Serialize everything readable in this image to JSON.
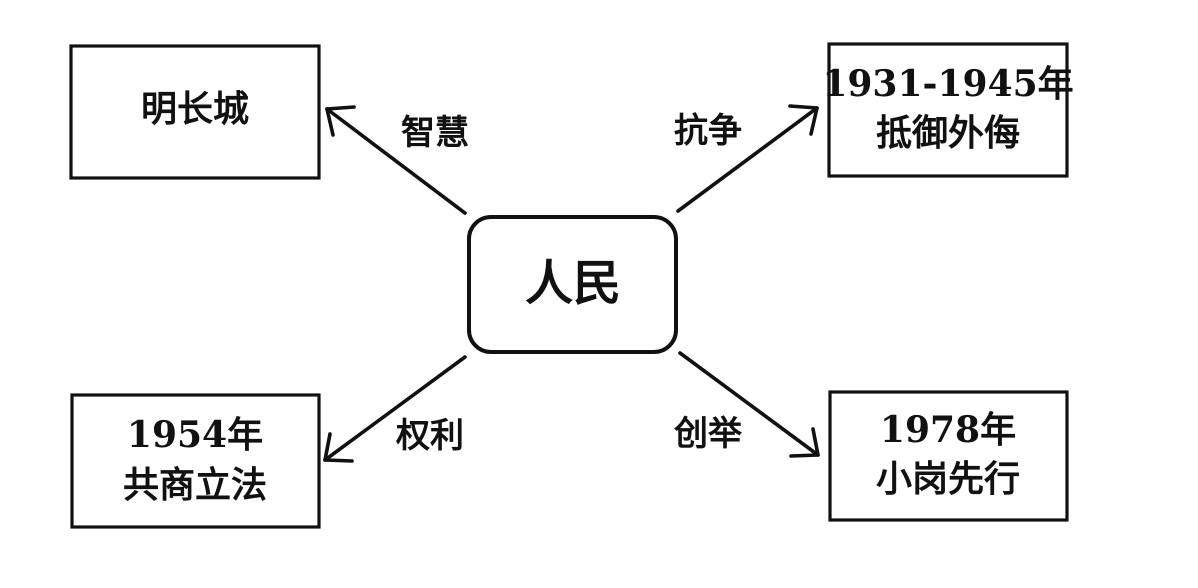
{
  "center": {
    "label": "人民"
  },
  "nodes": {
    "top_left": {
      "lines": [
        "明长城"
      ]
    },
    "top_right": {
      "lines": [
        "1931-1945年",
        "抵御外侮"
      ]
    },
    "bottom_left": {
      "lines": [
        "1954年",
        "共商立法"
      ]
    },
    "bottom_right": {
      "lines": [
        "1978年",
        "小岗先行"
      ]
    }
  },
  "edges": {
    "top_left": {
      "label": "智慧"
    },
    "top_right": {
      "label": "抗争"
    },
    "bottom_left": {
      "label": "权利"
    },
    "bottom_right": {
      "label": "创举"
    }
  }
}
